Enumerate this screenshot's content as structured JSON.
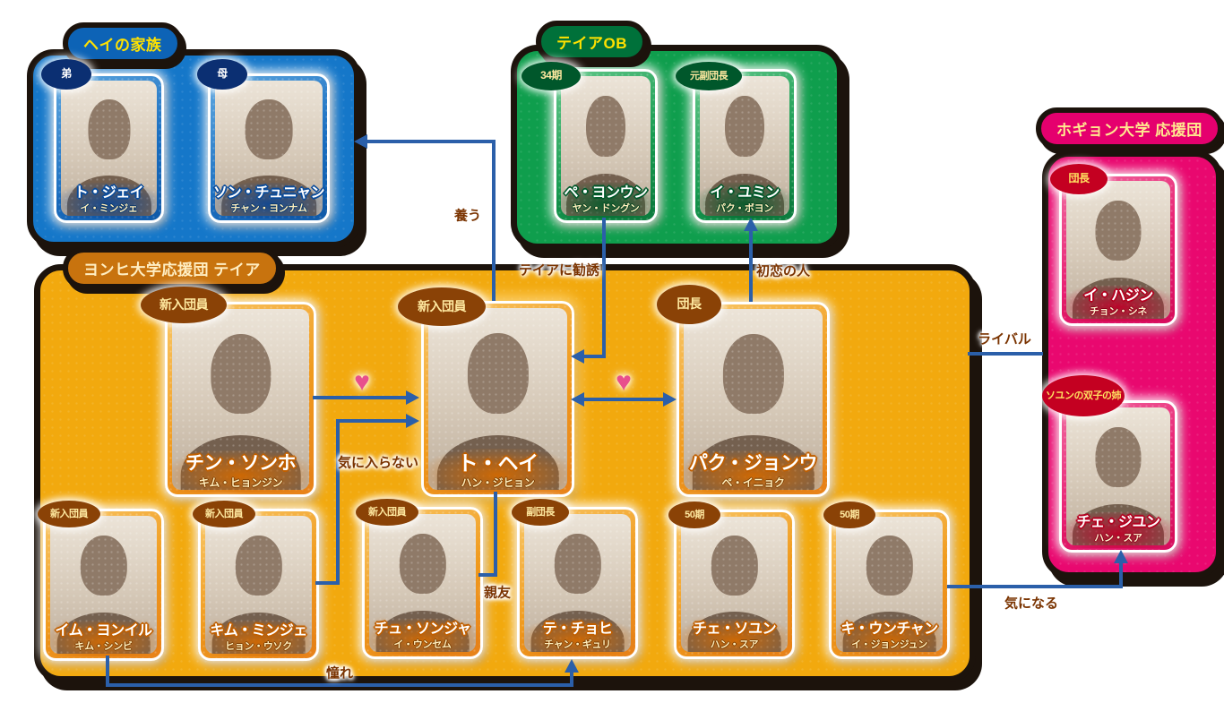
{
  "chart_title_note": "Korean drama character relationship chart (Japanese)",
  "colors": {
    "family_box": "#1577c9",
    "ob_box": "#0f9e4d",
    "teia_box": "#f2a90e",
    "rival_box": "#e9086f",
    "arrow": "#2b5fa9",
    "heart": "#e84f8d",
    "label_text": "#7a3300",
    "outline": "#1c130c"
  },
  "groups": [
    {
      "id": "family",
      "title": "ヘイの家族",
      "members": [
        {
          "badge": "弟",
          "name": "ト・ジェイ",
          "actor": "イ・ミンジェ"
        },
        {
          "badge": "母",
          "name": "ソン・チュニャン",
          "actor": "チャン・ヨンナム"
        }
      ]
    },
    {
      "id": "teia-ob",
      "title": "テイアOB",
      "members": [
        {
          "badge": "34期",
          "name": "ペ・ヨンウン",
          "actor": "ヤン・ドングン"
        },
        {
          "badge": "元副団長",
          "name": "イ・ユミン",
          "actor": "パク・ボヨン"
        }
      ]
    },
    {
      "id": "teia",
      "title": "ヨンヒ大学応援団 テイア",
      "members": [
        {
          "badge": "新入団員",
          "name": "チン・ソンホ",
          "actor": "キム・ヒョンジン"
        },
        {
          "badge": "新入団員",
          "name": "ト・ヘイ",
          "actor": "ハン・ジヒョン"
        },
        {
          "badge": "団長",
          "name": "パク・ジョンウ",
          "actor": "ペ・イニョク"
        },
        {
          "badge": "新入団員",
          "name": "イム・ヨンイル",
          "actor": "キム・シンビ"
        },
        {
          "badge": "新入団員",
          "name": "キム・ミンジェ",
          "actor": "ヒョン・ウソク"
        },
        {
          "badge": "新入団員",
          "name": "チュ・ソンジャ",
          "actor": "イ・ウンセム"
        },
        {
          "badge": "副団長",
          "name": "テ・チョヒ",
          "actor": "チャン・ギュリ"
        },
        {
          "badge": "50期",
          "name": "チェ・ソユン",
          "actor": "ハン・スア"
        },
        {
          "badge": "50期",
          "name": "キ・ウンチャン",
          "actor": "イ・ジョンジュン"
        }
      ]
    },
    {
      "id": "hogyong",
      "title": "ホギョン大学 応援団",
      "members": [
        {
          "badge": "団長",
          "name": "イ・ハジン",
          "actor": "チョン・シネ"
        },
        {
          "badge": "ソユンの双子の姉",
          "name": "チェ・ジユン",
          "actor": "ハン・スア"
        }
      ]
    }
  ],
  "relations": [
    {
      "id": "raise",
      "label": "養う",
      "from": "ト・ヘイ",
      "to": "ヘイの家族"
    },
    {
      "id": "recruit",
      "label": "テイアに勧誘",
      "from": "ペ・ヨンウン",
      "to": "ト・ヘイ"
    },
    {
      "id": "first-love",
      "label": "初恋の人",
      "from": "パク・ジョンウ",
      "to": "イ・ユミン"
    },
    {
      "id": "love-one-way",
      "label": "♥",
      "from": "チン・ソンホ",
      "to": "ト・ヘイ"
    },
    {
      "id": "love-mutual",
      "label": "♥",
      "from": "ト・ヘイ",
      "to": "パク・ジョンウ"
    },
    {
      "id": "dislike",
      "label": "気に入らない",
      "from": "キム・ミンジェ",
      "to": "ト・ヘイ"
    },
    {
      "id": "best-friend",
      "label": "親友",
      "from": "ト・ヘイ",
      "to": "チュ・ソンジャ"
    },
    {
      "id": "admire",
      "label": "憧れ",
      "from": "イム・ヨンイル",
      "to": "テ・チョヒ"
    },
    {
      "id": "rival",
      "label": "ライバル",
      "from": "ヨンヒ大学応援団 テイア",
      "to": "ホギョン大学 応援団"
    },
    {
      "id": "interested",
      "label": "気になる",
      "from": "キ・ウンチャン",
      "to": "チェ・ジユン"
    }
  ]
}
